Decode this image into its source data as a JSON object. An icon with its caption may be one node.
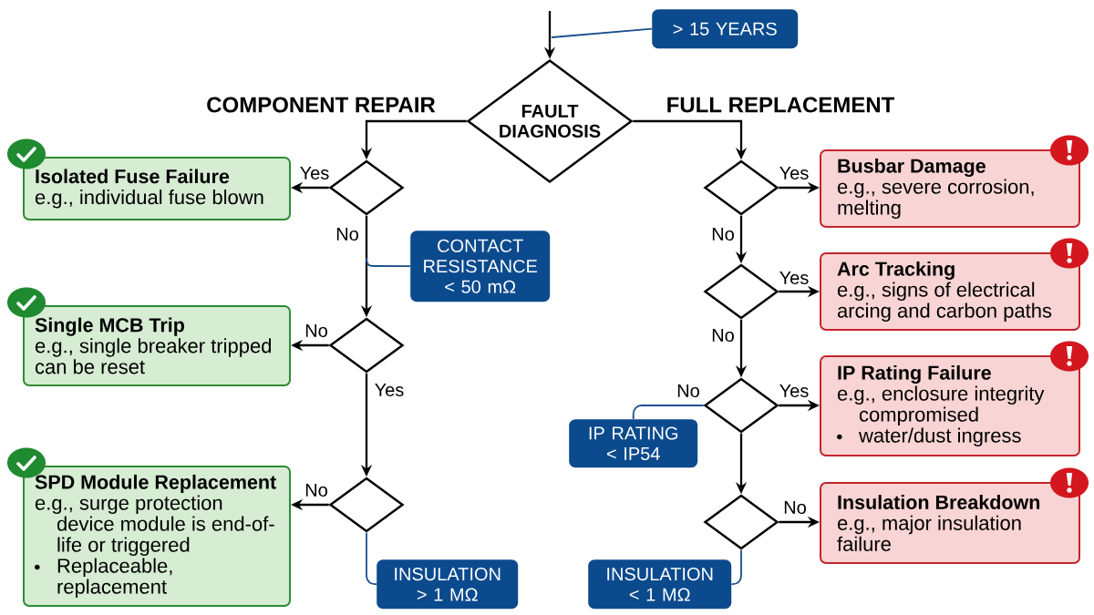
{
  "diagram": {
    "nodes": [
      {
        "text": [
          "> 15 YEARS"
        ]
      },
      {
        "text": [
          "FAULT DIAGNOSIS"
        ]
      },
      {
        "text": [
          "Isolated Fuse Failure",
          "e.g., individual fuse blown"
        ]
      },
      {
        "text": [],
        "shape": "diamond"
      },
      {
        "text": [],
        "shape": "diamond"
      },
      {
        "text": [
          "Busbar Damage",
          "e.g., severe corrosion, melting"
        ]
      },
      {
        "text": [
          "CONTACT RESISTANCE < 50 mΩ"
        ]
      },
      {
        "text": [],
        "shape": "diamond"
      },
      {
        "text": [
          "Arc Tracking",
          "e.g., signs of electrical arcing and carbon paths"
        ]
      },
      {
        "text": [
          "Single MCB Trip",
          "e.g., single breaker tripped can be reset"
        ]
      },
      {
        "text": [],
        "shape": "diamond"
      },
      {
        "text": [],
        "shape": "diamond"
      },
      {
        "text": [
          "IP Rating Failure",
          "e.g., enclosure integrity compromised",
          "water/dust ingress"
        ]
      },
      {
        "text": [
          "IP RATING < IP54"
        ]
      },
      {
        "text": [
          "SPD Module Replacement",
          "e.g., surge protection device module is end-of-life or triggered",
          "Replaceable, replacement"
        ]
      },
      {
        "text": [],
        "shape": "diamond"
      },
      {
        "text": [],
        "shape": "diamond"
      },
      {
        "text": [
          "Insulation Breakdown",
          "e.g., major insulation failure"
        ]
      },
      {
        "text": [
          "INSULATION > 1 MΩ"
        ]
      },
      {
        "text": [
          "INSULATION < 1 MΩ"
        ]
      }
    ],
    "edges": [
      {
        "from": null,
        "to": 1,
        "arrow": "to"
      },
      {
        "from": 0,
        "to": null,
        "arrow": "none",
        "color": "#1a4f8e"
      },
      {
        "from": 1,
        "to": 3,
        "arrow": "to",
        "label": "COMPONENT REPAIR"
      },
      {
        "from": 1,
        "to": 4,
        "arrow": "to",
        "label": "FULL REPLACEMENT"
      },
      {
        "from": 3,
        "to": 2,
        "arrow": "to",
        "label": "Yes"
      },
      {
        "from": 3,
        "to": 10,
        "arrow": "to",
        "label": "No"
      },
      {
        "from": 6,
        "to": null,
        "arrow": "none",
        "color": "#1a4f8e"
      },
      {
        "from": 10,
        "to": 9,
        "arrow": "to",
        "label": "No"
      },
      {
        "from": 10,
        "to": 15,
        "arrow": "to",
        "label": "Yes"
      },
      {
        "from": 15,
        "to": 14,
        "arrow": "to",
        "label": "No"
      },
      {
        "from": 18,
        "to": 15,
        "arrow": "none",
        "color": "#1a4f8e"
      },
      {
        "from": 4,
        "to": 5,
        "arrow": "to",
        "label": "Yes"
      },
      {
        "from": 4,
        "to": 7,
        "arrow": "to",
        "label": "No"
      },
      {
        "from": 7,
        "to": 8,
        "arrow": "to",
        "label": "Yes"
      },
      {
        "from": 7,
        "to": 11,
        "arrow": "to",
        "label": "No"
      },
      {
        "from": 11,
        "to": 12,
        "arrow": "to",
        "label": "Yes"
      },
      {
        "from": 13,
        "to": 11,
        "arrow": "none",
        "label": "No",
        "color": "#1a4f8e"
      },
      {
        "from": 11,
        "to": 16,
        "arrow": "to"
      },
      {
        "from": 16,
        "to": 17,
        "arrow": "to",
        "label": "No"
      },
      {
        "from": 19,
        "to": 16,
        "arrow": "none",
        "color": "#1a4f8e"
      }
    ]
  }
}
